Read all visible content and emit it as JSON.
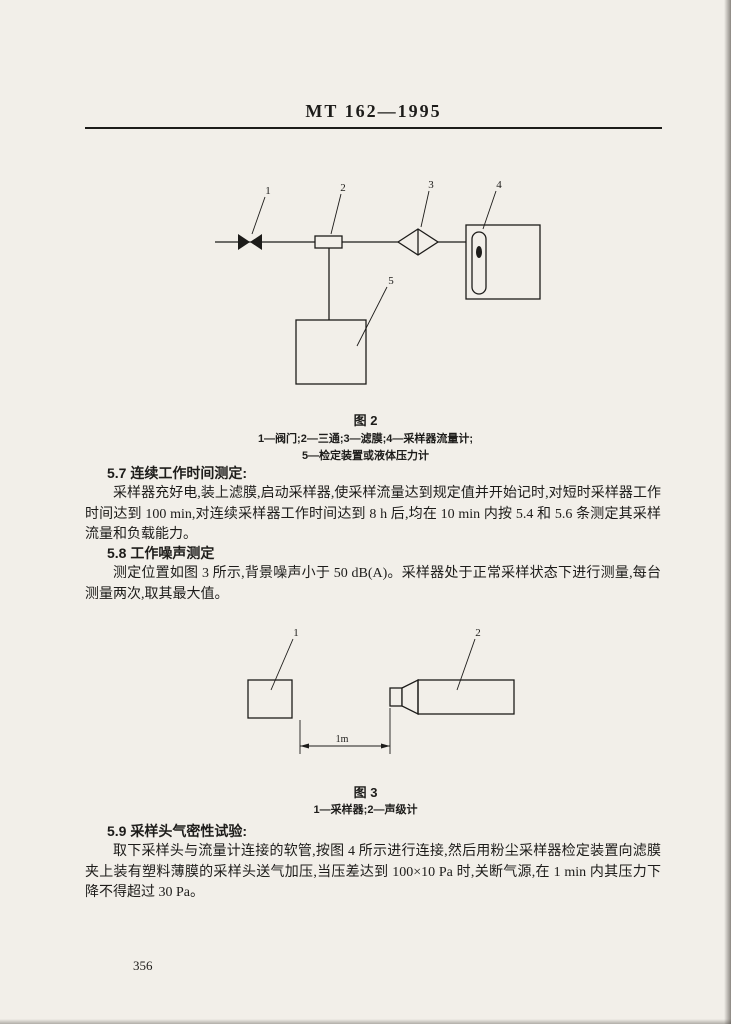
{
  "doc": {
    "header": "MT 162—1995",
    "page_number": "356",
    "colors": {
      "ink": "#1d1c1a",
      "paper": "#f2efe9"
    }
  },
  "figure2": {
    "callouts": [
      "1",
      "2",
      "3",
      "4",
      "5"
    ],
    "caption": "图 2",
    "legend_line1": "1—阀门;2—三通;3—滤膜;4—采样器流量计;",
    "legend_line2": "5—检定装置或液体压力计"
  },
  "sections": {
    "s57": {
      "heading": "5.7 连续工作时间测定:",
      "body": "采样器充好电,装上滤膜,启动采样器,使采样流量达到规定值并开始记时,对短时采样器工作时间达到 100 min,对连续采样器工作时间达到 8 h 后,均在 10 min 内按 5.4 和 5.6 条测定其采样流量和负载能力。"
    },
    "s58": {
      "heading": "5.8 工作噪声测定",
      "body": "测定位置如图 3 所示,背景噪声小于 50 dB(A)。采样器处于正常采样状态下进行测量,每台测量两次,取其最大值。"
    },
    "s59": {
      "heading": "5.9 采样头气密性试验:",
      "body": "取下采样头与流量计连接的软管,按图 4 所示进行连接,然后用粉尘采样器检定装置向滤膜夹上装有塑料薄膜的采样头送气加压,当压差达到 100×10 Pa 时,关断气源,在 1 min 内其压力下降不得超过 30 Pa。"
    }
  },
  "figure3": {
    "callouts": [
      "1",
      "2"
    ],
    "dimension_label": "1m",
    "caption": "图 3",
    "legend_line1": "1—采样器;2—声级计"
  }
}
